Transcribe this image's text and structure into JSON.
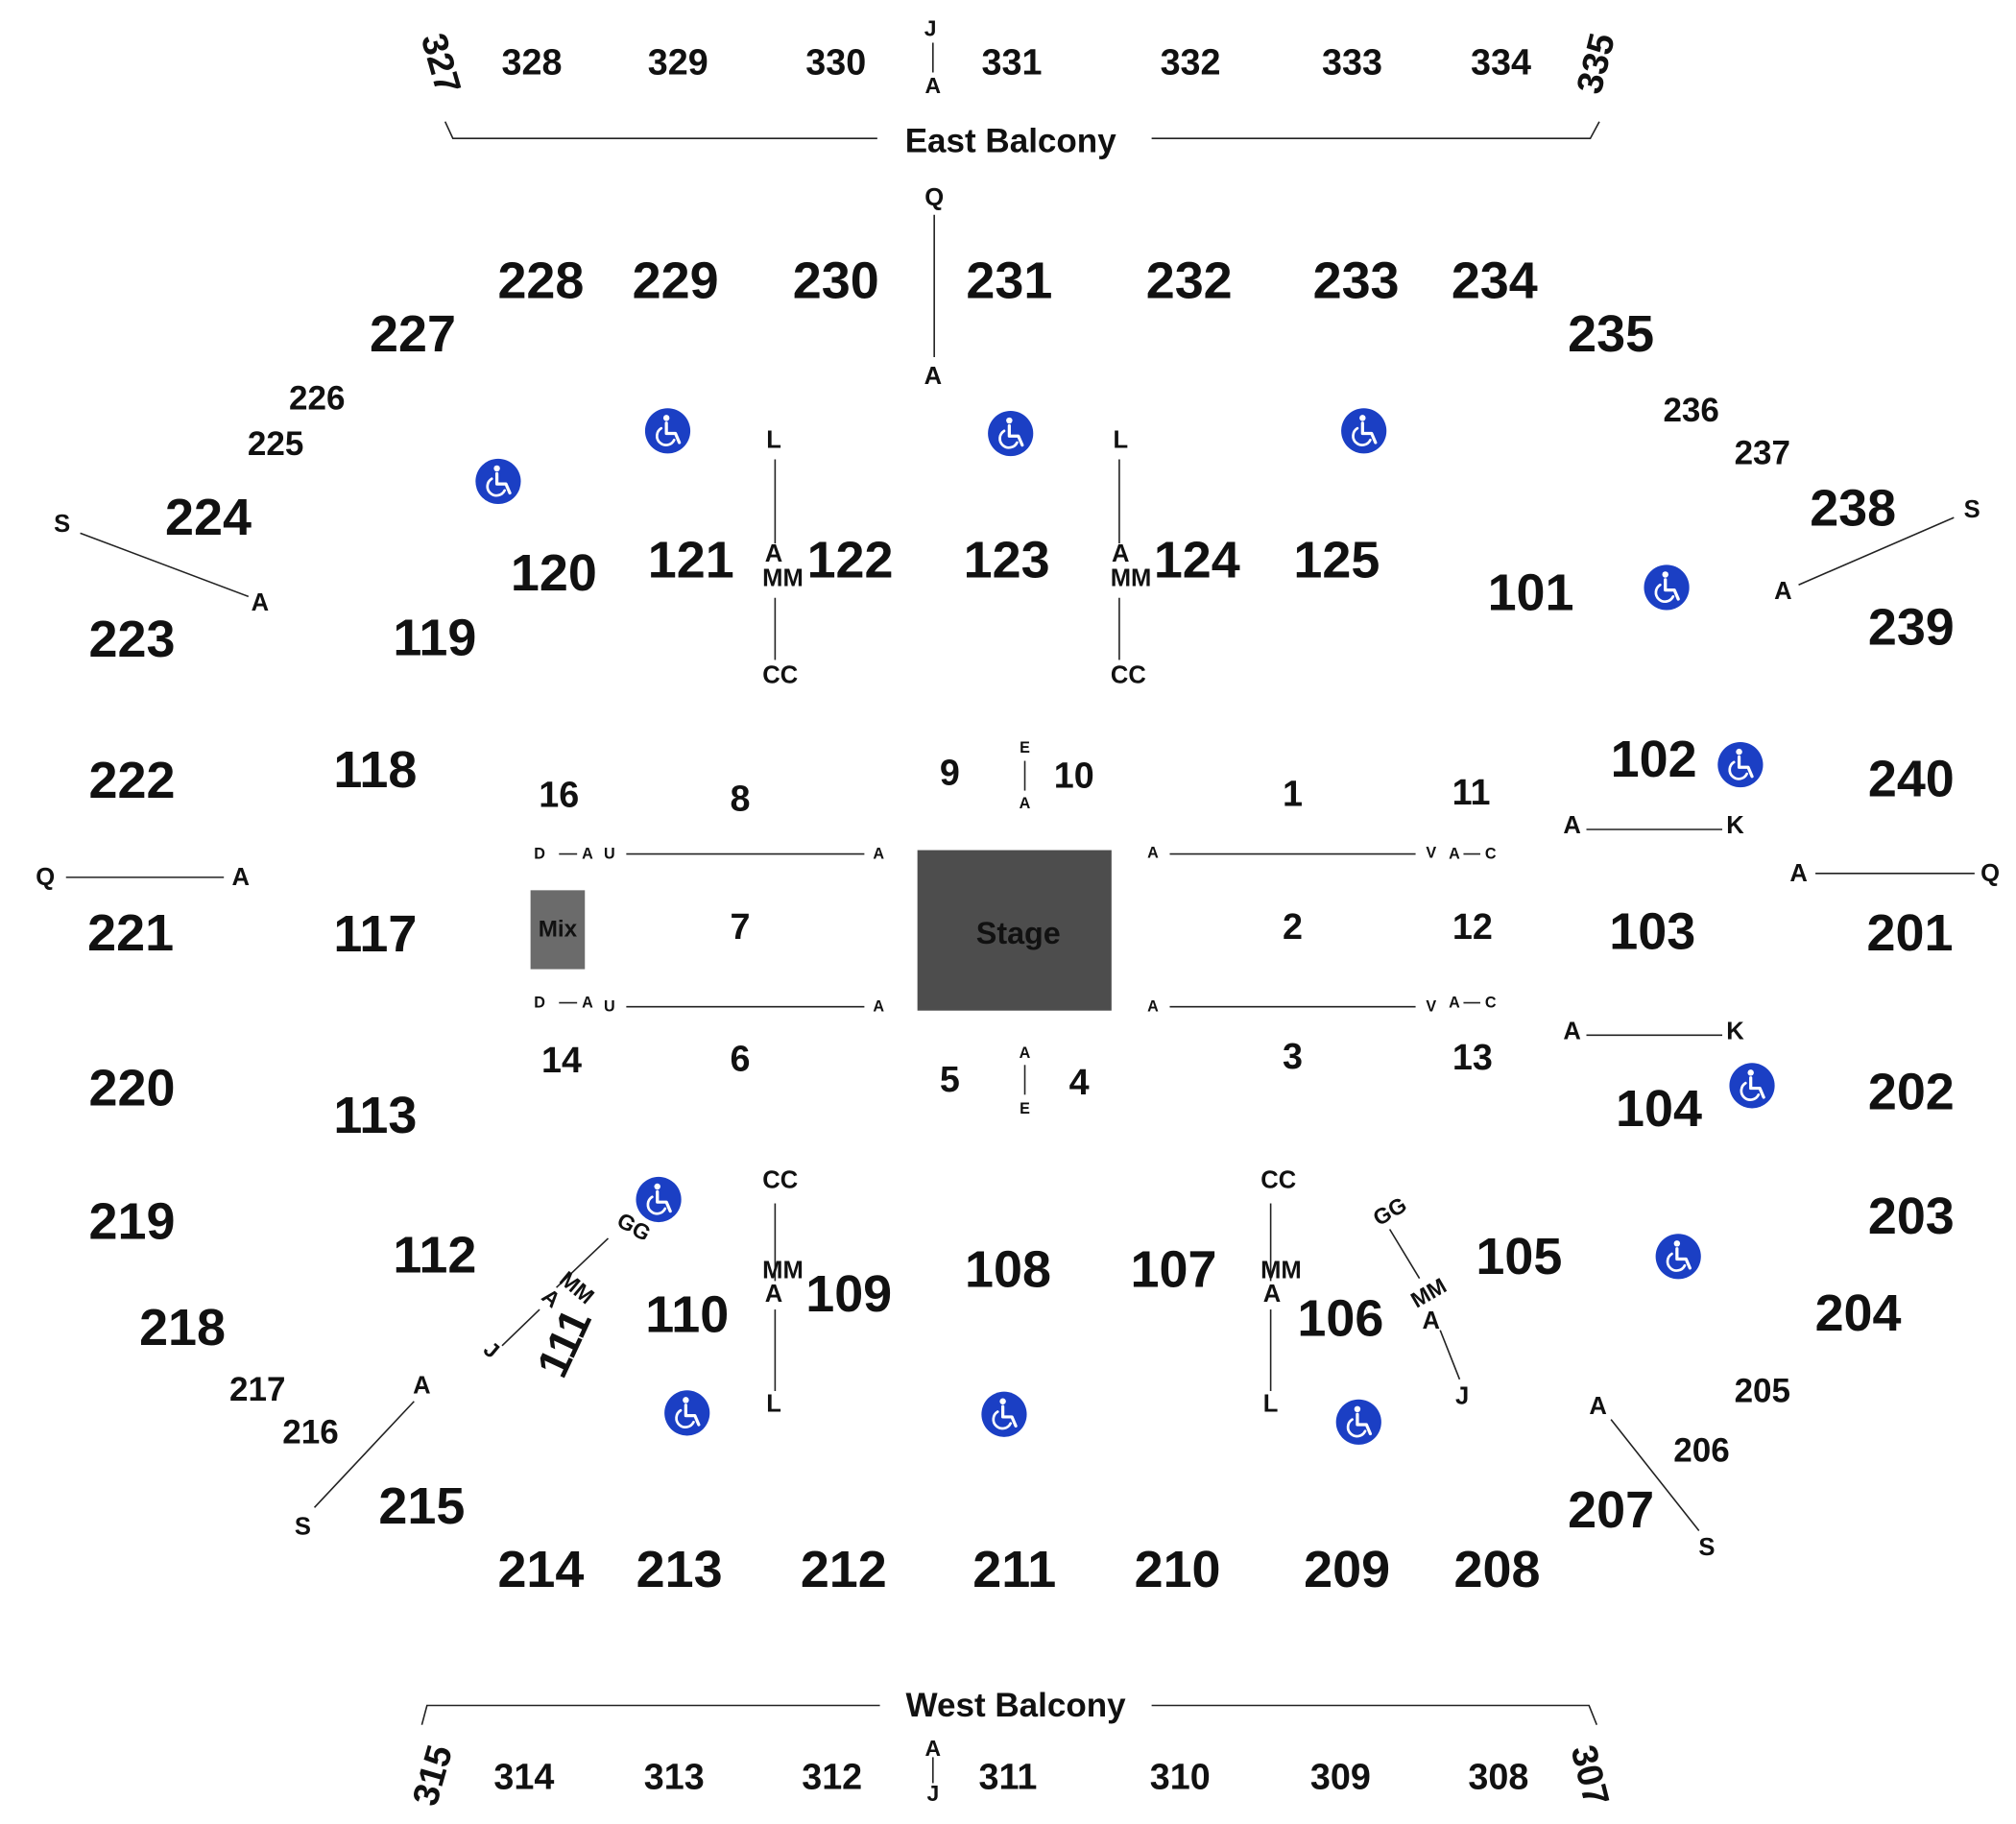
{
  "colors": {
    "stage": "#4d4d4d",
    "mix": "#6b6b6b",
    "accessible": "#1b3fc4",
    "text": "#111111",
    "line": "#222222"
  },
  "stage_label": "Stage",
  "mix_label": "Mix",
  "balconies": {
    "east": "East Balcony",
    "west": "West Balcony"
  },
  "sections": {
    "balcony_east": [
      "327",
      "328",
      "329",
      "330",
      "331",
      "332",
      "333",
      "334",
      "335"
    ],
    "balcony_west": [
      "315",
      "314",
      "313",
      "312",
      "311",
      "310",
      "309",
      "308",
      "307"
    ],
    "level_200": [
      "201",
      "202",
      "203",
      "204",
      "205",
      "206",
      "207",
      "208",
      "209",
      "210",
      "211",
      "212",
      "213",
      "214",
      "215",
      "216",
      "217",
      "218",
      "219",
      "220",
      "221",
      "222",
      "223",
      "224",
      "225",
      "226",
      "227",
      "228",
      "229",
      "230",
      "231",
      "232",
      "233",
      "234",
      "235",
      "236",
      "237",
      "238",
      "239",
      "240"
    ],
    "level_100": [
      "101",
      "102",
      "103",
      "104",
      "105",
      "106",
      "107",
      "108",
      "109",
      "110",
      "111",
      "112",
      "113",
      "117",
      "118",
      "119",
      "120",
      "121",
      "122",
      "123",
      "124",
      "125"
    ],
    "floor": [
      "1",
      "2",
      "3",
      "4",
      "5",
      "6",
      "7",
      "8",
      "9",
      "10",
      "11",
      "12",
      "13",
      "14",
      "16"
    ]
  },
  "row_markers": [
    "A",
    "C",
    "CC",
    "D",
    "E",
    "GG",
    "J",
    "K",
    "L",
    "MM",
    "Q",
    "S",
    "U",
    "V"
  ],
  "icons": {
    "accessible": "wheelchair-icon"
  }
}
